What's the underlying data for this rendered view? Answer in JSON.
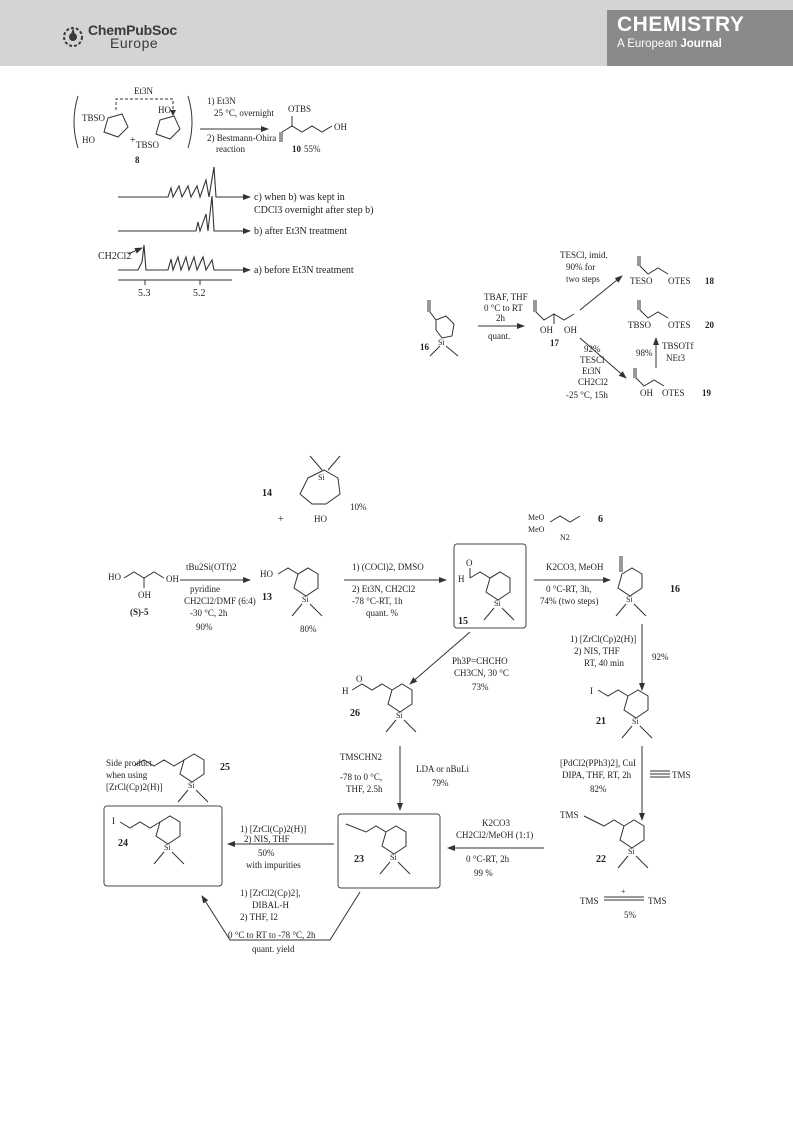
{
  "header": {
    "publisher_logo_line1": "ChemPubSoc",
    "publisher_logo_line2": "Europe",
    "journal_title": "CHEMISTRY",
    "journal_subtitle_prefix": "A European",
    "journal_subtitle_suffix": "Journal"
  },
  "scheme_a": {
    "et3n_label": "Et3N",
    "tbso_1": "TBSO",
    "ho_1": "HO",
    "ho_2": "HO",
    "tbso_2": "TBSO",
    "plus": "+",
    "compound_8": "8",
    "cond_1a": "1) Et3N",
    "cond_1b": "25 °C, overnight",
    "cond_2a": "2) Bestmann-Ohira",
    "cond_2b": "reaction",
    "prod_otbs": "OTBS",
    "prod_oh": "OH",
    "prod_10": "10",
    "prod_yield": "55%",
    "spectrum_c1": "c) when b) was kept in",
    "spectrum_c2": "CDCl3 overnight after step b)",
    "spectrum_b": "b) after Et3N treatment",
    "spectrum_a": "a) before Et3N treatment",
    "solvent_peak": "CH2Cl2",
    "ppm_53": "5.3",
    "ppm_52": "5.2"
  },
  "scheme_b": {
    "compound_16": "16",
    "cond_tbaf1": "TBAF, THF",
    "cond_tbaf2": "0 °C to RT",
    "cond_tbaf3": "2h",
    "cond_tbaf4": "quant.",
    "compound_17": "17",
    "oh": "OH",
    "oh2": "OH",
    "tescl_1": "TESCl, imid.",
    "tescl_2": "90% for",
    "tescl_3": "two steps",
    "tes_o": "TESO",
    "otes": "OTES",
    "compound_18": "18",
    "tbs_o": "TBSO",
    "otes_20": "OTES",
    "compound_20": "20",
    "yield_98": "98%",
    "tbsotf_1": "TBSOTf",
    "tbsotf_2": "NEt3",
    "cond19_1": "92%",
    "cond19_2": "TESCl",
    "cond19_3": "Et3N",
    "cond19_4": "CH2Cl2",
    "cond19_5": "-25 °C, 15h",
    "oh_19": "OH",
    "otes_19": "OTES",
    "compound_19": "19",
    "si": "Si"
  },
  "scheme_c": {
    "s5_ho1": "HO",
    "s5_oh": "OH",
    "s5_oh2": "OH",
    "s5_label": "(S)-5",
    "r1_1": "tBu2Si(OTf)2",
    "r1_2": "pyridine",
    "r1_3": "CH2Cl2/DMF (6:4)",
    "r1_4": "-30 °C, 2h",
    "r1_5": "90%",
    "c14": "14",
    "c14_yield": "10%",
    "c14_plus": "+",
    "c14_ho": "HO",
    "c13_ho": "HO",
    "c13": "13",
    "c13_yield": "80%",
    "r2_1": "1) (COCl)2, DMSO",
    "r2_2": "2) Et3N, CH2Cl2",
    "r2_3": "-78 °C-RT, 1h",
    "r2_4": "quant. %",
    "c15": "15",
    "c15_o": "O",
    "c15_h": "H",
    "c6": "6",
    "c6_meo1": "MeO",
    "c6_meo2": "MeO",
    "c6_n2": "N2",
    "r3_1": "K2CO3, MeOH",
    "r3_2": "0 °C-RT, 3h,",
    "r3_3": "74% (two steps)",
    "c16": "16",
    "r4_1": "1) [ZrCl(Cp)2(H)]",
    "r4_2": "2) NIS, THF",
    "r4_3": "RT, 40 min",
    "r4_4": "92%",
    "c21": "21",
    "c21_i": "I",
    "r5_1": "[PdCl2(PPh3)2], CuI",
    "r5_2": "DIPA, THF, RT, 2h",
    "r5_3": "82%",
    "r5_tms": "TMS",
    "c22": "22",
    "c22_tms": "TMS",
    "byprod_tms1": "TMS",
    "byprod_tms2": "TMS",
    "byprod_yield": "5%",
    "r6_1": "Ph3P=CHCHO",
    "r6_2": "CH3CN, 30 °C",
    "r6_3": "73%",
    "c26": "26",
    "c26_o": "O",
    "c26_h": "H",
    "r7_1": "TMSCHN2",
    "r7_2": "-78 to 0 °C,",
    "r7_3": "THF, 2.5h",
    "r7_4": "LDA or nBuLi",
    "r7_5": "79%",
    "c23": "23",
    "r8_1": "K2CO3",
    "r8_2": "CH2Cl2/MeOH (1:1)",
    "r8_3": "0 °C-RT, 2h",
    "r8_4": "99 %",
    "c25": "25",
    "c25_note1": "Side product",
    "c25_note2": "when using",
    "c25_note3": "[ZrCl(Cp)2(H)]",
    "r9_1": "1) [ZrCl(Cp)2(H)]",
    "r9_2": "2) NIS, THF",
    "r9_3": "50%",
    "r9_4": "with impurities",
    "c24": "24",
    "c24_i": "I",
    "r10_1": "1) [ZrCl2(Cp)2],",
    "r10_2": "DIBAL-H",
    "r10_3": "2) THF, I2",
    "r10_4": "0 °C to RT to -78 °C, 2h",
    "r10_5": "quant. yield",
    "si": "Si",
    "o": "O"
  }
}
